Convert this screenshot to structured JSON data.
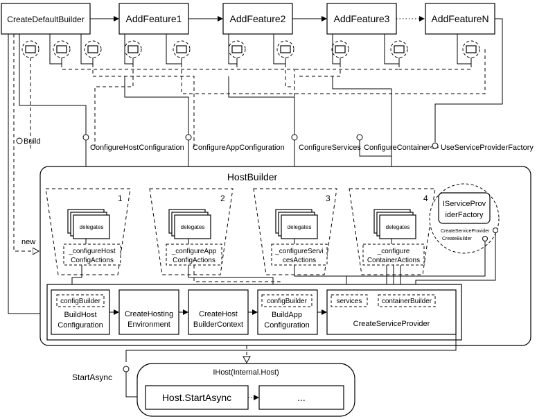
{
  "top_row": {
    "create_default_builder": "CreateDefaultBuilder",
    "features": [
      "AddFeature1",
      "AddFeature2",
      "AddFeature3",
      "AddFeatureN"
    ]
  },
  "api_labels": {
    "build": "Build",
    "configure_host_configuration": "ConfigureHostConfiguration",
    "configure_app_configuration": "ConfigureAppConfiguration",
    "configure_services": "ConfigureServices",
    "configure_container": "ConfigureContainer<>",
    "use_service_provider_factory": "UseServiceProviderFactory",
    "new": "new",
    "start_async": "StartAsync"
  },
  "host_builder": {
    "title": "HostBuilder",
    "groups": [
      {
        "number": "1",
        "delegates": "delegates",
        "field_line1": "_configureHost",
        "field_line2": "ConfigActions"
      },
      {
        "number": "2",
        "delegates": "delegates",
        "field_line1": "_configureApp",
        "field_line2": "ConfigActions"
      },
      {
        "number": "3",
        "delegates": "delegates",
        "field_line1": "_configureServi",
        "field_line2": "cesActions"
      },
      {
        "number": "4",
        "delegates": "delegates",
        "field_line1": "_configure",
        "field_line2": "ContainerActions"
      }
    ],
    "factory": {
      "line1": "IServiceProv",
      "line2": "iderFactory",
      "create_service_provider": "CreateServiceProvider",
      "create_builder": "CreateBuilder"
    },
    "steps": {
      "build_host_config": {
        "tag": "configBuilder",
        "line1": "BuildHost",
        "line2": "Configuration"
      },
      "create_hosting_env": {
        "line1": "CreateHosting",
        "line2": "Environment"
      },
      "create_host_builder_context": {
        "line1": "CreateHost",
        "line2": "BuilderContext"
      },
      "build_app_config": {
        "tag": "configBuilder",
        "line1": "BuildApp",
        "line2": "Configuration"
      },
      "create_service_provider": {
        "tag1": "services",
        "tag2": "containerBuilder",
        "label": "CreateServiceProvider"
      }
    }
  },
  "host": {
    "title": "IHost(Internal.Host)",
    "start_async": "Host.StartAsync",
    "ellipsis": "..."
  }
}
